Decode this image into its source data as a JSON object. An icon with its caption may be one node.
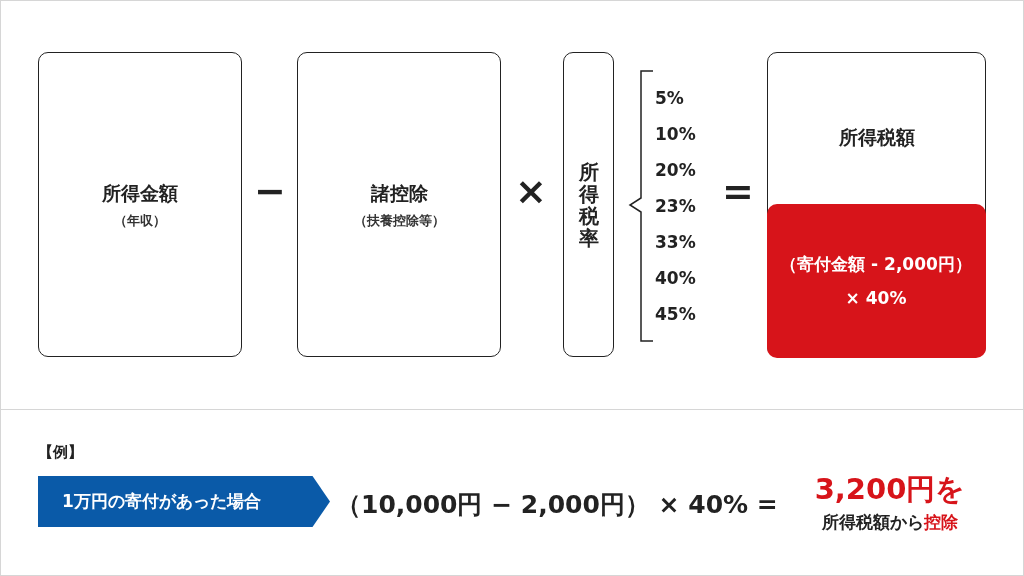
{
  "diagram": {
    "nodes": [
      {
        "text": [
          "所得金額",
          "（年収）"
        ]
      },
      {
        "text": [
          "諸控除",
          "（扶養控除等）"
        ]
      },
      {
        "text": [
          "所得税率"
        ]
      },
      {
        "text": [
          "所得税額"
        ]
      },
      {
        "text": [
          "（寄付金額 - 2,000円） × 40%"
        ],
        "in": 3
      },
      {
        "text": [
          "1万円の寄付があった場合"
        ]
      }
    ],
    "labels": [
      "−",
      "×",
      "=",
      "5%",
      "10%",
      "20%",
      "23%",
      "33%",
      "40%",
      "45%",
      "【例】",
      "（10,000円 − 2,000円） × 40% =",
      "3,200円を",
      "所得税額から",
      "控除"
    ]
  }
}
